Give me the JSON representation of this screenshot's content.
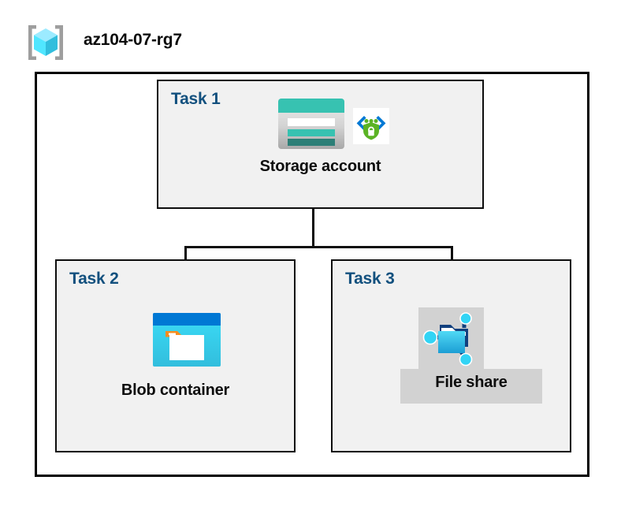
{
  "header": {
    "icon": "resource-group-icon",
    "title": "az104-07-rg7"
  },
  "colors": {
    "task_label": "#12507E",
    "node_label": "#0d0d0d",
    "box_fill": "#F1F1F1",
    "box_border": "#0d0d0d",
    "container_border": "#000000",
    "container_fill": "#ffffff",
    "selection_highlight": "#D2D2D2",
    "storage_teal": "#37C2B1",
    "storage_teal_dark": "#2C7F77",
    "blob_blue": "#0078D4",
    "blob_cyan": "#32D4F5",
    "blob_orange": "#F78D1E",
    "fileshare_cyan": "#32BEDD",
    "fileshare_navy": "#12407E",
    "identity_green": "#5BB324",
    "identity_blue": "#0078D4"
  },
  "diagram": {
    "type": "azure-architecture",
    "container_name": "az104-07-rg7",
    "tasks": [
      {
        "id": "task1",
        "label": "Task 1",
        "node_label": "Storage account",
        "icons": [
          "storage-account-icon",
          "managed-identity-icon"
        ]
      },
      {
        "id": "task2",
        "label": "Task 2",
        "node_label": "Blob container",
        "icons": [
          "blob-container-icon"
        ]
      },
      {
        "id": "task3",
        "label": "Task 3",
        "node_label": "File share",
        "icons": [
          "file-share-icon"
        ],
        "selected": true
      }
    ],
    "connections": [
      {
        "from": "task1",
        "to": "task2"
      },
      {
        "from": "task1",
        "to": "task3"
      }
    ]
  }
}
